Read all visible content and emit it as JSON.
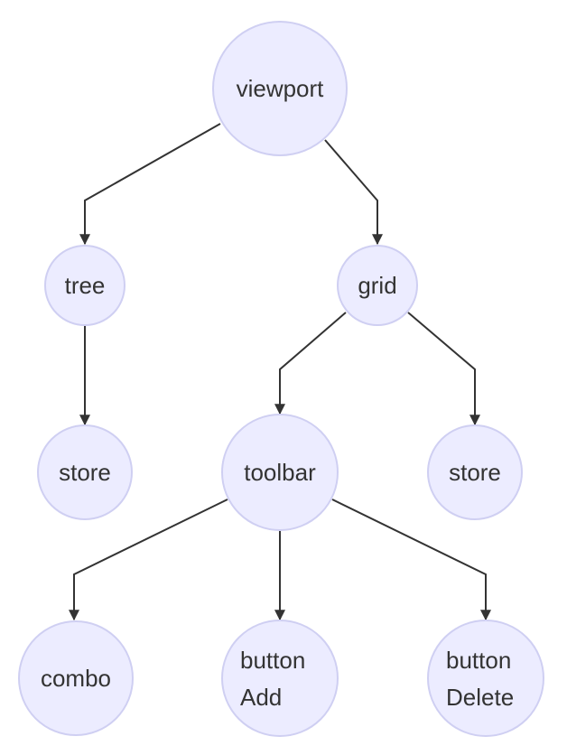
{
  "diagram": {
    "nodes": [
      {
        "id": "viewport",
        "lines": [
          "viewport"
        ]
      },
      {
        "id": "tree",
        "lines": [
          "tree"
        ]
      },
      {
        "id": "grid",
        "lines": [
          "grid"
        ]
      },
      {
        "id": "store-tree",
        "lines": [
          "store"
        ]
      },
      {
        "id": "toolbar",
        "lines": [
          "toolbar"
        ]
      },
      {
        "id": "store-grid",
        "lines": [
          "store"
        ]
      },
      {
        "id": "combo",
        "lines": [
          "combo"
        ]
      },
      {
        "id": "button-add",
        "lines": [
          "button",
          "Add"
        ]
      },
      {
        "id": "button-delete",
        "lines": [
          "button",
          "Delete"
        ]
      }
    ],
    "edges": [
      {
        "from": "viewport",
        "to": "tree"
      },
      {
        "from": "viewport",
        "to": "grid"
      },
      {
        "from": "tree",
        "to": "store-tree"
      },
      {
        "from": "grid",
        "to": "toolbar"
      },
      {
        "from": "grid",
        "to": "store-grid"
      },
      {
        "from": "toolbar",
        "to": "combo"
      },
      {
        "from": "toolbar",
        "to": "button-add"
      },
      {
        "from": "toolbar",
        "to": "button-delete"
      }
    ],
    "colors": {
      "node_fill": "#ececff",
      "node_stroke": "#cfcff2",
      "edge": "#333333",
      "text": "#333333"
    }
  }
}
